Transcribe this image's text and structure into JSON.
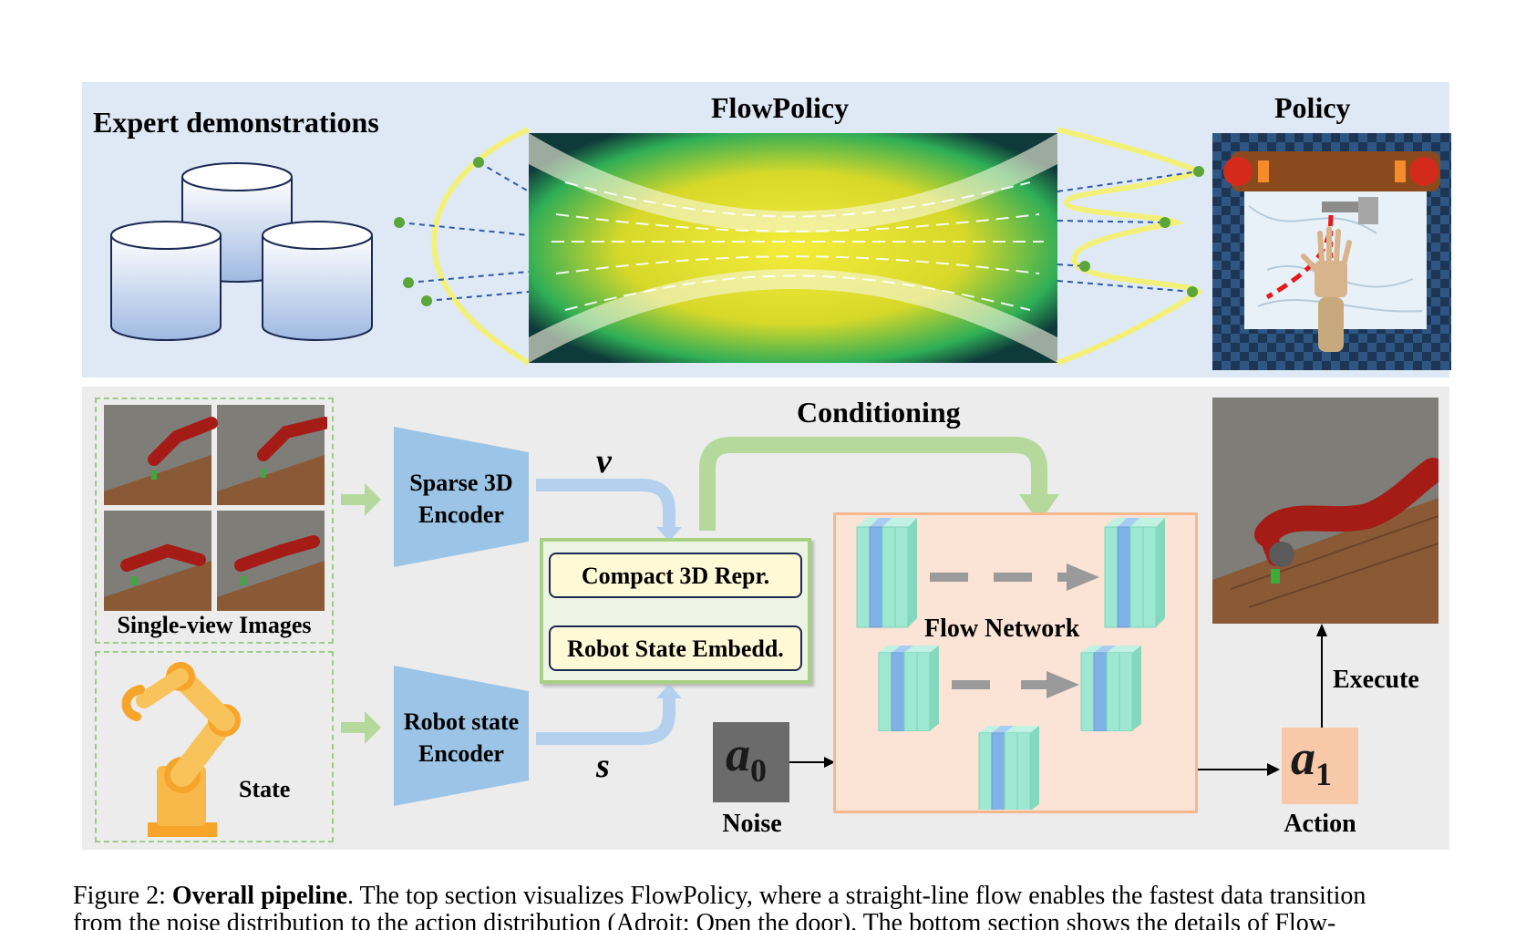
{
  "top": {
    "expert_label": "Expert demonstrations",
    "flow_label": "FlowPolicy",
    "policy_label": "Policy"
  },
  "bottom": {
    "single_view_label": "Single-view Images",
    "state_label": "State",
    "sparse_encoder": [
      "Sparse 3D",
      "Encoder"
    ],
    "robot_encoder": [
      "Robot state",
      "Encoder"
    ],
    "v_symbol": "v",
    "s_symbol": "s",
    "conditioning_label": "Conditioning",
    "compact_label": "Compact 3D Repr.",
    "robot_embed_label": "Robot State Embedd.",
    "flow_network_label": "Flow Network",
    "noise_symbol": "a",
    "noise_sub": "0",
    "noise_label": "Noise",
    "action_symbol": "a",
    "action_sub": "1",
    "action_label": "Action",
    "execute_label": "Execute"
  },
  "caption": {
    "prefix": "Figure 2: ",
    "bold": "Overall pipeline",
    "line1_rest": ". The top section visualizes FlowPolicy, where a straight-line flow enables the fastest data transition",
    "line2": "from the noise distribution to the action distribution (Adroit: Open the door). The bottom section shows the details of Flow-"
  },
  "colors": {
    "top_bg": "#dfe9f6",
    "bottom_bg": "#ececec",
    "encoder_blue": "#9cc4e6",
    "arrow_green": "#b5d99c",
    "arrow_blue": "#b3d1ee",
    "flow_net_bg": "#fbe3d6",
    "flow_net_border": "#f5b88f",
    "action_bg": "#f8c9a8",
    "robot_red": "#a51c17"
  }
}
